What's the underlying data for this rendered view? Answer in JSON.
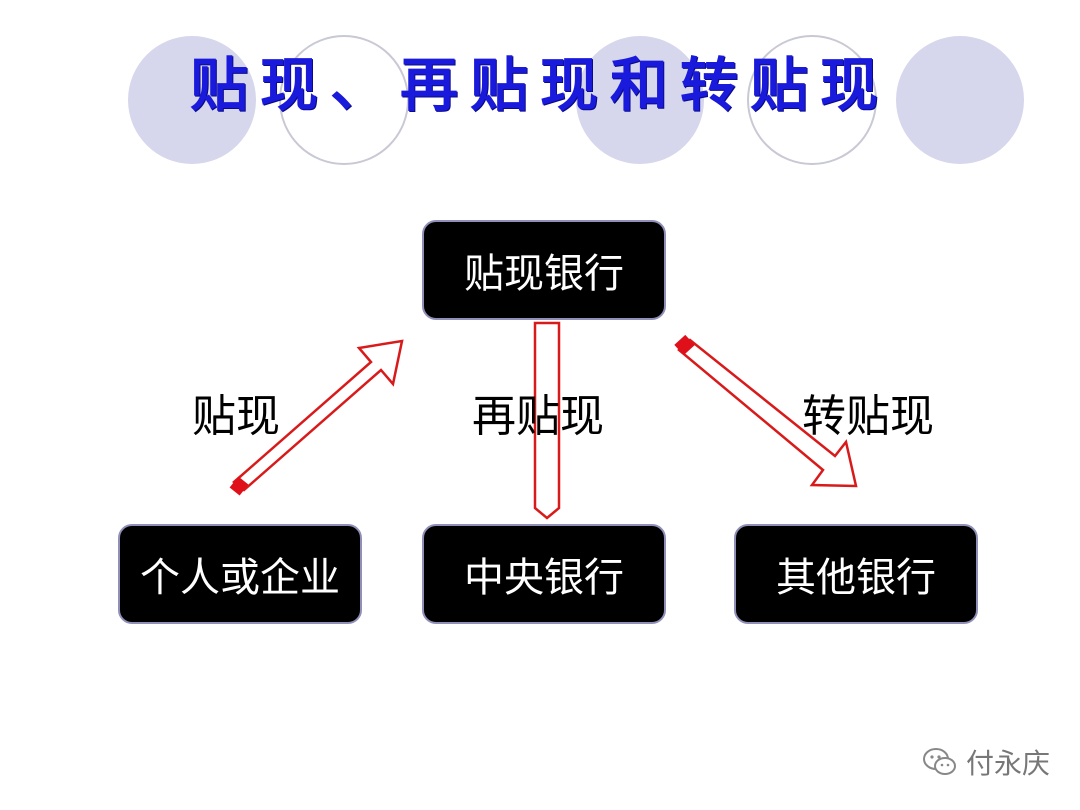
{
  "title": "贴现、再贴现和转贴现",
  "nodes": {
    "discount_bank": "贴现银行",
    "individual_or_enterprise": "个人或企业",
    "central_bank": "中央银行",
    "other_banks": "其他银行"
  },
  "edges": {
    "discount": "贴现",
    "rediscount": "再贴现",
    "transfer_discount": "转贴现"
  },
  "watermark": {
    "icon": "wechat-icon",
    "text": "付永庆"
  },
  "colors": {
    "title": "#1a1adc",
    "node_fill": "#000000",
    "node_text": "#ffffff",
    "arrow_stroke": "#d91a1a",
    "circle_fill": "#d6d6ec",
    "circle_stroke": "#c9c9d6"
  }
}
